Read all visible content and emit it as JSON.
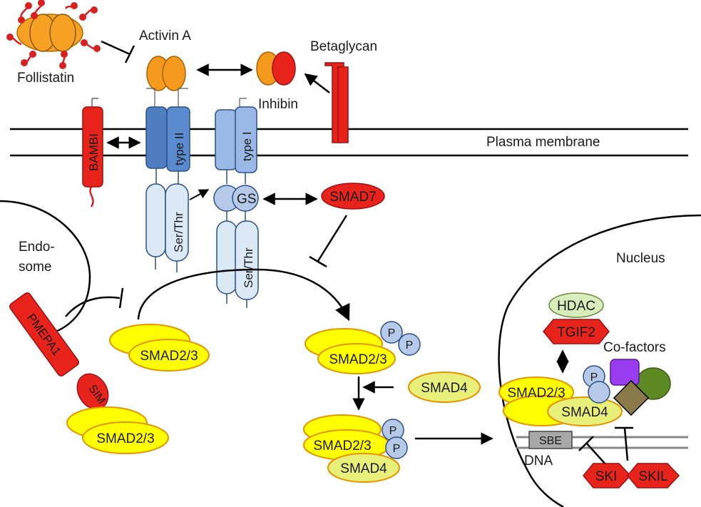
{
  "labels": {
    "follistatin": "Follistatin",
    "activin_a": "Activin A",
    "betaglycan": "Betaglycan",
    "inhibin": "Inhibin",
    "plasma_membrane": "Plasma membrane",
    "bambi": "BAMBI",
    "type2": "type II",
    "type1": "type I",
    "ser_thr": "Ser/Thr",
    "gs": "GS",
    "smad7": "SMAD7",
    "endosome_line1": "Endo-",
    "endosome_line2": "some",
    "pmepa1": "PMEPA1",
    "sim": "SIM",
    "smad23": "SMAD2/3",
    "smad4": "SMAD4",
    "p": "P",
    "nucleus": "Nucleus",
    "hdac": "HDAC",
    "tgif2": "TGIF2",
    "cofactors": "Co-factors",
    "sbe": "SBE",
    "dna": "DNA",
    "ski": "SKI",
    "skil": "SKIL"
  },
  "colors": {
    "smad23_fill": "#ffff00",
    "smad23_stroke": "#e69500",
    "smad4_fill": "#e8f07a",
    "red": "#e8231b",
    "orange": "#f59a1e",
    "receptor_dark": "#4f7fc0",
    "receptor_light": "#9ab8e6",
    "kinase": "#dbe9f6",
    "p_fill": "#b7c9e8"
  }
}
